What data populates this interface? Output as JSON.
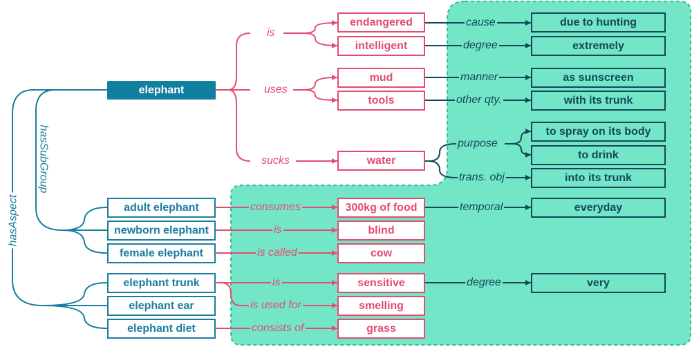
{
  "root": "elephant",
  "root_relations": {
    "is": "is",
    "uses": "uses",
    "sucks": "sucks"
  },
  "objects": {
    "endangered": "endangered",
    "intelligent": "intelligent",
    "mud": "mud",
    "tools": "tools",
    "water": "water"
  },
  "modifiers": {
    "cause": "cause",
    "degree": "degree",
    "manner": "manner",
    "other_qty": "other qty.",
    "purpose": "purpose",
    "trans_obj": "trans. obj",
    "temporal": "temporal",
    "degree2": "degree"
  },
  "values": {
    "due_to_hunting": "due to hunting",
    "extremely": "extremely",
    "as_sunscreen": "as sunscreen",
    "with_its_trunk": "with its trunk",
    "to_spray": "to spray on its body",
    "to_drink": "to drink",
    "into_trunk": "into its trunk",
    "everyday": "everyday",
    "very": "very"
  },
  "groups": {
    "hasSubGroup": "hasSubGroup",
    "hasAspect": "hasAspect"
  },
  "subgroups": {
    "adult": "adult elephant",
    "newborn": "newborn elephant",
    "female": "female elephant"
  },
  "aspects": {
    "trunk": "elephant trunk",
    "ear": "elephant ear",
    "diet": "elephant diet"
  },
  "sub_relations": {
    "consumes": "consumes",
    "is": "is",
    "is_called": "is called",
    "is2": "is",
    "is_used_for": "is used for",
    "consists_of": "consists of"
  },
  "sub_objects": {
    "food": "300kg of food",
    "blind": "blind",
    "cow": "cow",
    "sensitive": "sensitive",
    "smelling": "smelling",
    "grass": "grass"
  },
  "colors": {
    "blue": "#1a7da0",
    "root_fill": "#117fa0",
    "pink": "#e54b6f",
    "dark": "#14475a",
    "tint": "#73e6c8",
    "dash": "#2cbf8f"
  }
}
